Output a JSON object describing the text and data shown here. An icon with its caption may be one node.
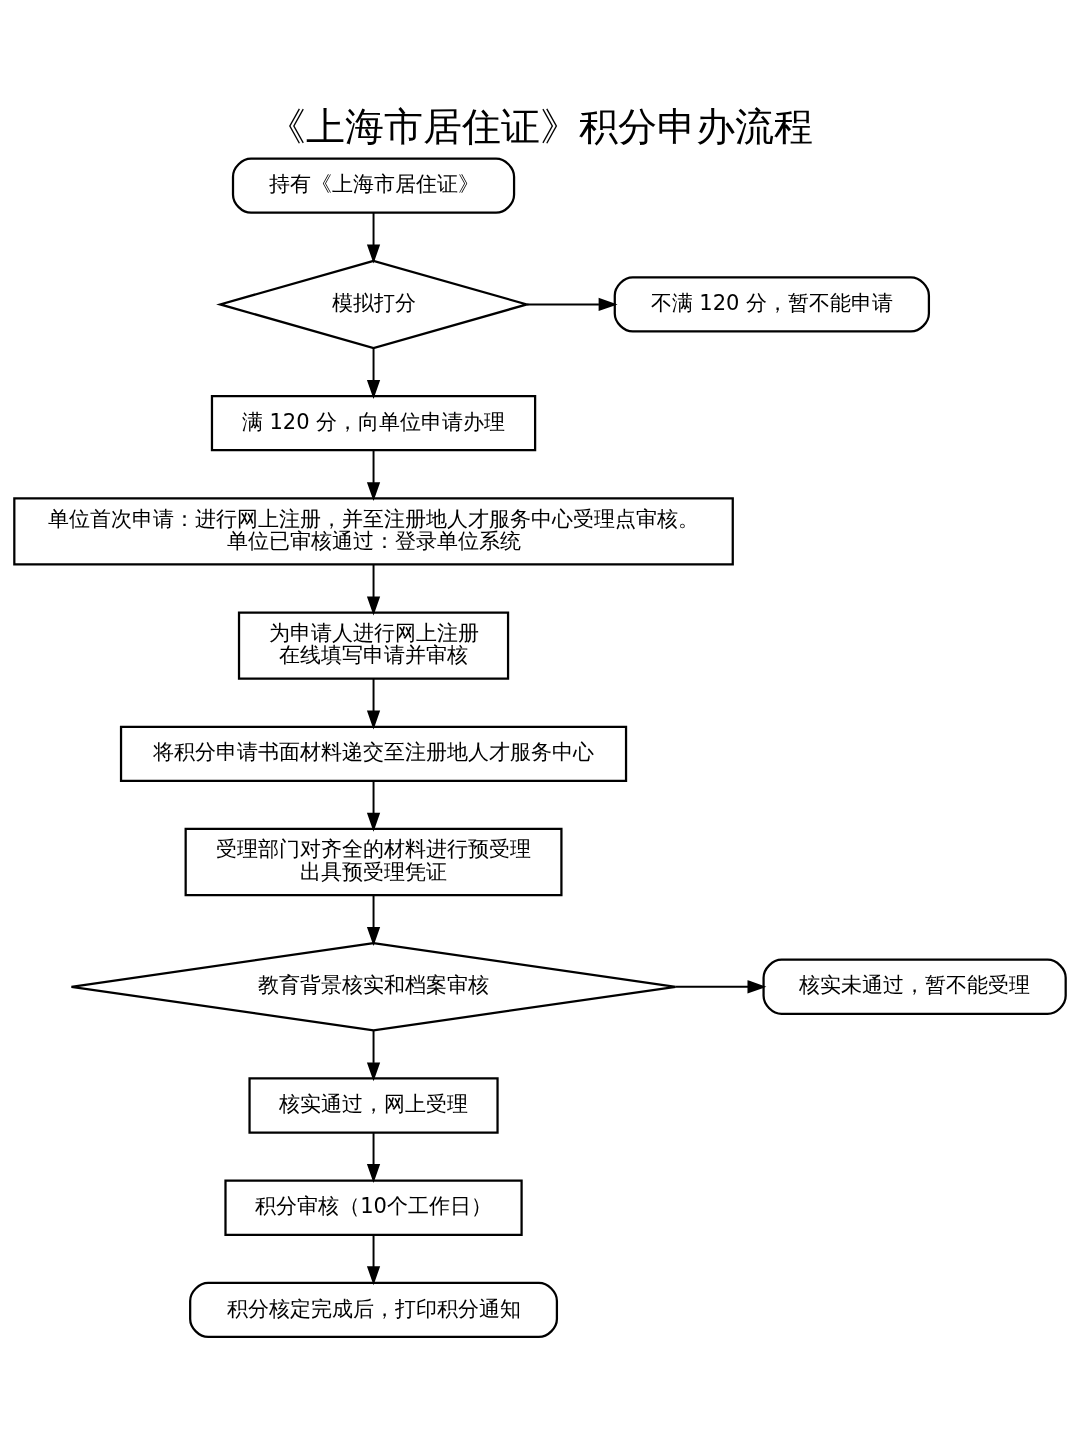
{
  "diagram": {
    "title": "《上海市居住证》积分申办流程",
    "nodes": [
      {
        "text": [
          "持有《上海市居住证》"
        ]
      },
      {
        "text": [
          "模拟打分"
        ]
      },
      {
        "text": [
          "不满 120 分，暂不能申请"
        ]
      },
      {
        "text": [
          "满 120 分，向单位申请办理"
        ]
      },
      {
        "text": [
          "单位首次申请：进行网上注册，并至注册地人才服务中心受理点审核。",
          "单位已审核通过：登录单位系统"
        ]
      },
      {
        "text": [
          "为申请人进行网上注册",
          "在线填写申请并审核"
        ]
      },
      {
        "text": [
          "将积分申请书面材料递交至注册地人才服务中心"
        ]
      },
      {
        "text": [
          "受理部门对齐全的材料进行预受理",
          "出具预受理凭证"
        ]
      },
      {
        "text": [
          "教育背景核实和档案审核"
        ]
      },
      {
        "text": [
          "核实未通过，暂不能受理"
        ]
      },
      {
        "text": [
          "核实通过，网上受理"
        ]
      },
      {
        "text": [
          "积分审核（10个工作日）"
        ]
      },
      {
        "text": [
          "积分核定完成后，打印积分通知"
        ]
      }
    ],
    "edges": [
      {
        "from": 0,
        "to": 1,
        "arrow": "to"
      },
      {
        "from": 1,
        "to": 2,
        "arrow": "to"
      },
      {
        "from": 1,
        "to": 3,
        "arrow": "to"
      },
      {
        "from": 3,
        "to": 4,
        "arrow": "to"
      },
      {
        "from": 4,
        "to": 5,
        "arrow": "to"
      },
      {
        "from": 5,
        "to": 6,
        "arrow": "to"
      },
      {
        "from": 6,
        "to": 7,
        "arrow": "to"
      },
      {
        "from": 7,
        "to": 8,
        "arrow": "to"
      },
      {
        "from": 8,
        "to": 9,
        "arrow": "to"
      },
      {
        "from": 8,
        "to": 10,
        "arrow": "to"
      },
      {
        "from": 10,
        "to": 11,
        "arrow": "to"
      },
      {
        "from": 11,
        "to": 12,
        "arrow": "to"
      }
    ]
  }
}
